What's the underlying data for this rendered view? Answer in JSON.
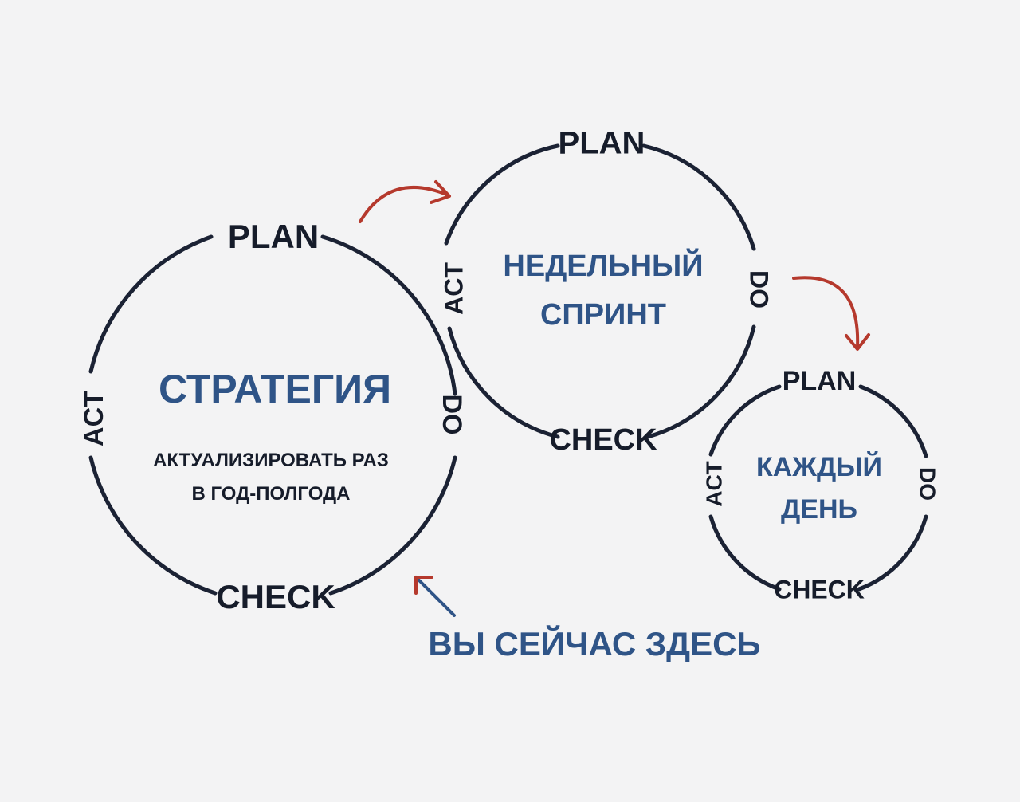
{
  "colors": {
    "background": "#f3f3f4",
    "ring": "#1b2234",
    "title": "#2f5487",
    "arrow_red": "#b5392d",
    "arrow_blue": "#2f5487"
  },
  "cycles": {
    "strategy": {
      "plan": "PLAN",
      "do": "DO",
      "check": "CHECK",
      "act": "ACT",
      "title": "СТРАТЕГИЯ",
      "subtitle_line1": "АКТУАЛИЗИРОВАТЬ РАЗ",
      "subtitle_line2": "В ГОД-ПОЛГОДА"
    },
    "weekly": {
      "plan": "PLAN",
      "do": "DO",
      "check": "CHECK",
      "act": "ACT",
      "title_line1": "НЕДЕЛЬНЫЙ",
      "title_line2": "СПРИНТ"
    },
    "daily": {
      "plan": "PLAN",
      "do": "DO",
      "check": "CHECK",
      "act": "ACT",
      "title_line1": "КАЖДЫЙ",
      "title_line2": "ДЕНЬ"
    }
  },
  "pointer": {
    "label": "ВЫ СЕЙЧАС ЗДЕСЬ",
    "icon": "arrow-up-left-icon"
  },
  "flow_arrows": [
    "curved-arrow-right-icon",
    "curved-arrow-down-icon"
  ]
}
